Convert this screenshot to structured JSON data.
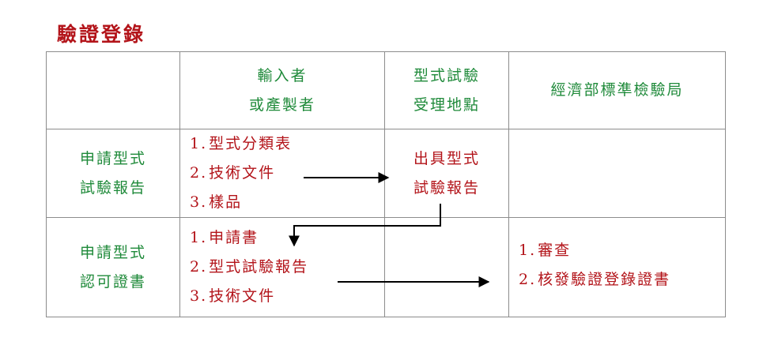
{
  "title": "驗證登錄",
  "header": {
    "col2": [
      "輸入者",
      "或產製者"
    ],
    "col3": [
      "型式試驗",
      "受理地點"
    ],
    "col4": "經濟部標準檢驗局"
  },
  "rows": [
    {
      "label": [
        "申請型式",
        "試驗報告"
      ],
      "inputs": [
        {
          "num": "1.",
          "text": "型式分類表"
        },
        {
          "num": "2.",
          "text": "技術文件"
        },
        {
          "num": "3.",
          "text": "樣品"
        }
      ],
      "lab_output": [
        "出具型式",
        "試驗報告"
      ]
    },
    {
      "label": [
        "申請型式",
        "認可證書"
      ],
      "inputs": [
        {
          "num": "1.",
          "text": "申請書"
        },
        {
          "num": "2.",
          "text": "型式試驗報告"
        },
        {
          "num": "3.",
          "text": "技術文件"
        }
      ],
      "bsmi_actions": [
        {
          "num": "1.",
          "text": "審查"
        },
        {
          "num": "2.",
          "text": "核發驗證登錄證書"
        }
      ]
    }
  ],
  "colors": {
    "title": "#b3141a",
    "header_text": "#1f8a3a",
    "body_text": "#b3141a",
    "grid": "#8c8c8c",
    "arrow": "#000000"
  }
}
